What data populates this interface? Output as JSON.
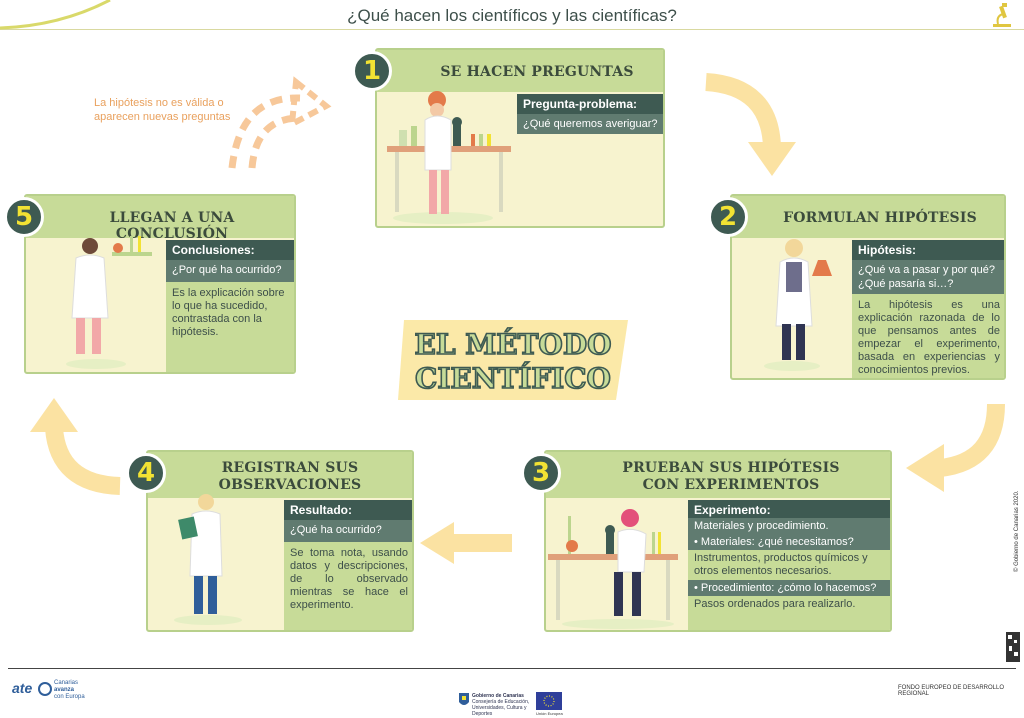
{
  "header": {
    "title": "¿Qué hacen los científicos y las científicas?"
  },
  "center": {
    "line1": "EL MÉTODO",
    "line2": "CIENTÍFICO"
  },
  "note": "La hipótesis no es válida o aparecen nuevas preguntas",
  "steps": [
    {
      "number": "1",
      "title": "SE HACEN PREGUNTAS",
      "heading": "Pregunta-problema:",
      "question": "¿Qué queremos averiguar?"
    },
    {
      "number": "2",
      "title": "FORMULAN HIPÓTESIS",
      "heading": "Hipótesis:",
      "question": "¿Qué va a pasar y por qué? ¿Qué pasaría si…?",
      "body": "La hipótesis es una explicación razonada de lo que pensamos antes de empezar el experimento, basada en experiencias y conocimientos previos."
    },
    {
      "number": "3",
      "title1": "PRUEBAN SUS HIPÓTESIS",
      "title2": "CON EXPERIMENTOS",
      "heading": "Experimento:",
      "sub": "Materiales y procedimiento.",
      "materials_label": "• Materiales: ¿qué necesitamos?",
      "materials_text": "Instrumentos, productos químicos y otros elementos necesarios.",
      "procedure_label": "• Procedimiento: ¿cómo lo hacemos?",
      "procedure_text": "Pasos ordenados para realizarlo."
    },
    {
      "number": "4",
      "title1": "REGISTRAN SUS",
      "title2": "OBSERVACIONES",
      "heading": "Resultado:",
      "question": "¿Qué ha ocurrido?",
      "body": "Se toma nota, usando datos y descripciones, de lo observado mientras se hace el experimento."
    },
    {
      "number": "5",
      "title": "LLEGAN A UNA CONCLUSIÓN",
      "heading": "Conclusiones:",
      "question": "¿Por qué ha ocurrido?",
      "body": "Es la explicación sobre lo que ha sucedido, contrastada con la hipótesis."
    }
  ],
  "footer": {
    "ate": "ate",
    "canarias": "Canarias",
    "avanza": "avanza",
    "con_europa": "con Europa",
    "gobierno": "Gobierno de Canarias",
    "consejeria": "Consejería de Educación, Universidades, Cultura y Deportes",
    "union": "Unión Europea",
    "fondo": "FONDO EUROPEO DE DESARROLLO REGIONAL",
    "copyright": "© Gobierno de Canarias 2020."
  },
  "colors": {
    "dark": "#3e5a52",
    "band": "#c7db98",
    "card": "#f7f3cf",
    "accent": "#f2e233",
    "arrow": "#fbe2a2",
    "note": "#e9a15e"
  },
  "icons": [
    "microscope-icon",
    "scientist-figure",
    "arrow-icon",
    "eu-flag-icon"
  ]
}
